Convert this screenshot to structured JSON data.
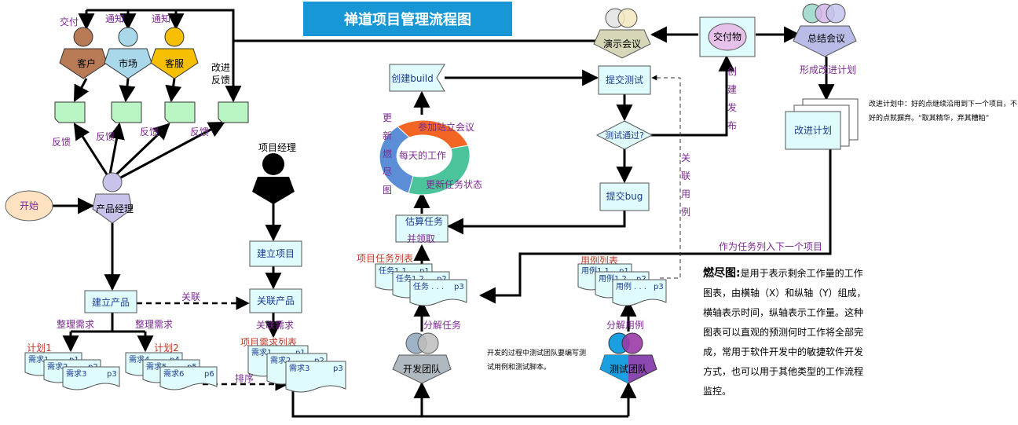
{
  "title": "禅道项目管理流程图",
  "roles": {
    "customer": "客户",
    "market": "市场",
    "service": "客服",
    "product_manager": "产品经理",
    "project_manager": "项目经理",
    "dev_team": "开发团队",
    "test_team": "测试团队",
    "demo_meeting": "演示会议",
    "summary_meeting": "总结会议",
    "deliverable": "交付物"
  },
  "top_labels": {
    "deliver": "交付",
    "notify1": "通知",
    "notify2": "通知",
    "improve_feedback_1": "改进",
    "improve_feedback_2": "反馈"
  },
  "feedback_labels": [
    "反馈",
    "反馈",
    "反馈",
    "反馈"
  ],
  "start": "开始",
  "boxes": {
    "create_product": "建立产品",
    "create_project": "建立项目",
    "link_product": "关联产品",
    "estimate_1": "估算任务",
    "estimate_2": "并领取",
    "create_build": "创建build",
    "submit_test": "提交测试",
    "test_passed": "测试通过?",
    "submit_bug": "提交bug",
    "improve_plan": "改进计划"
  },
  "edge_labels": {
    "link": "关联",
    "sort_req_1": "整理需求",
    "sort_req_2": "整理需求",
    "link_req": "关联需求",
    "sort": "排序",
    "split_task": "分解任务",
    "split_case": "分解用例",
    "create_release": [
      "创",
      "建",
      "发",
      "布"
    ],
    "link_case": [
      "关",
      "联",
      "用",
      "例"
    ],
    "form_improve_plan": "形成改进计划",
    "as_next_project": "作为任务列入下一个项目"
  },
  "burndown_side": [
    "更",
    "新",
    "燃",
    "尽",
    "图"
  ],
  "cycle": {
    "center": "每天的工作",
    "standup": "参加站立会议",
    "update_status": "更新任务状态"
  },
  "lists": {
    "plan1": "计划1",
    "plan2": "计划2",
    "project_req_list": "项目需求列表",
    "project_task_list": "项目任务列表",
    "case_list": "用例列表"
  },
  "docs": {
    "plan1": [
      [
        "需求1",
        "p1"
      ],
      [
        "需求2",
        "p2"
      ],
      [
        "需求3",
        "p3"
      ]
    ],
    "plan2": [
      [
        "需求4",
        "p4"
      ],
      [
        "需求5",
        "p5"
      ],
      [
        "需求6",
        "p6"
      ]
    ],
    "project_req": [
      [
        "需求1",
        "p1"
      ],
      [
        "需求2",
        "p2"
      ],
      [
        "需求3",
        "p3"
      ]
    ],
    "tasks": [
      [
        "任务1.1",
        "p1"
      ],
      [
        "任务1.2",
        "p2"
      ],
      [
        "任务 . . .",
        "p3"
      ]
    ],
    "cases": [
      [
        "用例1.1",
        "p1"
      ],
      [
        "用例1.2",
        "p2"
      ],
      [
        "用例 . . .",
        "p3"
      ]
    ]
  },
  "notes": {
    "improve_note": "改进计划中：好的点继续沿用到下一个项目，不好的点就摒弃。“取其精华，弃其糟粕”",
    "dev_note": "开发的过程中测试团队要编写测试用例和测试脚本。",
    "burn_title": "燃尽图:",
    "burn_body": "是用于表示剩余工作量的工作图表，由横轴（X）和纵轴（Y）组成，横轴表示时间，纵轴表示工作量。这种图表可以直观的预测何时工作将全部完成，常用于软件开发中的敏捷软件开发方式，也可以用于其他类型的工作流程监控。"
  },
  "colors": {
    "title_bg": "#1897d6",
    "customer": "#b87b56",
    "market": "#a8d8ea",
    "service": "#f6c000",
    "feedback_box": "#b9f6c3",
    "process_box": "#e0fbfb",
    "label_purple": "#7b2a91",
    "label_red": "#c0392b",
    "pm": "#c8c3ea",
    "cycle_orange": "#f26522",
    "cycle_green": "#4bc49b",
    "cycle_blue": "#5b8ed6"
  }
}
